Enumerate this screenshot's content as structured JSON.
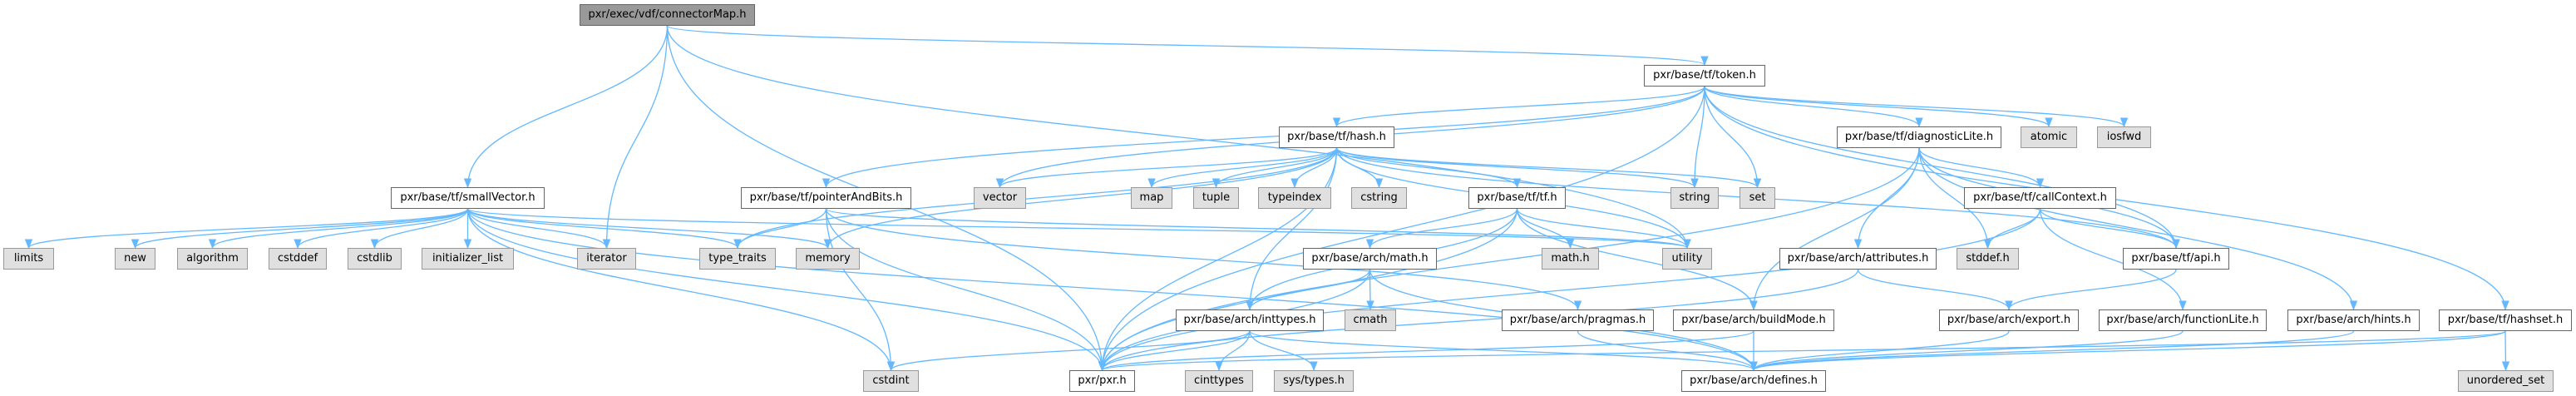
{
  "title": "pxr/exec/vdf/connectorMap.h",
  "colors": {
    "edge": "#63b8ff",
    "root_fill": "#999999",
    "internal_fill": "#ffffff",
    "external_fill": "#e0e0e0",
    "internal_border": "#666666",
    "external_border": "#999999"
  },
  "nodes": [
    {
      "id": "connectorMap",
      "label": "pxr/exec/vdf/connectorMap.h",
      "kind": "root"
    },
    {
      "id": "token",
      "label": "pxr/base/tf/token.h",
      "kind": "internal"
    },
    {
      "id": "hash",
      "label": "pxr/base/tf/hash.h",
      "kind": "internal"
    },
    {
      "id": "diagnosticLite",
      "label": "pxr/base/tf/diagnosticLite.h",
      "kind": "internal"
    },
    {
      "id": "atomic",
      "label": "atomic",
      "kind": "external"
    },
    {
      "id": "iosfwd",
      "label": "iosfwd",
      "kind": "external"
    },
    {
      "id": "smallVector",
      "label": "pxr/base/tf/smallVector.h",
      "kind": "internal"
    },
    {
      "id": "pointerAndBits",
      "label": "pxr/base/tf/pointerAndBits.h",
      "kind": "internal"
    },
    {
      "id": "vector",
      "label": "vector",
      "kind": "external"
    },
    {
      "id": "map",
      "label": "map",
      "kind": "external"
    },
    {
      "id": "tuple",
      "label": "tuple",
      "kind": "external"
    },
    {
      "id": "typeindex",
      "label": "typeindex",
      "kind": "external"
    },
    {
      "id": "cstring",
      "label": "cstring",
      "kind": "external"
    },
    {
      "id": "tf",
      "label": "pxr/base/tf/tf.h",
      "kind": "internal"
    },
    {
      "id": "string",
      "label": "string",
      "kind": "external"
    },
    {
      "id": "set",
      "label": "set",
      "kind": "external"
    },
    {
      "id": "callContext",
      "label": "pxr/base/tf/callContext.h",
      "kind": "internal"
    },
    {
      "id": "limits",
      "label": "limits",
      "kind": "external"
    },
    {
      "id": "new",
      "label": "new",
      "kind": "external"
    },
    {
      "id": "algorithm",
      "label": "algorithm",
      "kind": "external"
    },
    {
      "id": "cstddef",
      "label": "cstddef",
      "kind": "external"
    },
    {
      "id": "cstdlib",
      "label": "cstdlib",
      "kind": "external"
    },
    {
      "id": "initializer_list",
      "label": "initializer_list",
      "kind": "external"
    },
    {
      "id": "iterator",
      "label": "iterator",
      "kind": "external"
    },
    {
      "id": "type_traits",
      "label": "type_traits",
      "kind": "external"
    },
    {
      "id": "memory",
      "label": "memory",
      "kind": "external"
    },
    {
      "id": "archMath",
      "label": "pxr/base/arch/math.h",
      "kind": "internal"
    },
    {
      "id": "mathh",
      "label": "math.h",
      "kind": "external"
    },
    {
      "id": "utility",
      "label": "utility",
      "kind": "external"
    },
    {
      "id": "attributes",
      "label": "pxr/base/arch/attributes.h",
      "kind": "internal"
    },
    {
      "id": "stddef",
      "label": "stddef.h",
      "kind": "external"
    },
    {
      "id": "api",
      "label": "pxr/base/tf/api.h",
      "kind": "internal"
    },
    {
      "id": "inttypes",
      "label": "pxr/base/arch/inttypes.h",
      "kind": "internal"
    },
    {
      "id": "cmath",
      "label": "cmath",
      "kind": "external"
    },
    {
      "id": "pragmas",
      "label": "pxr/base/arch/pragmas.h",
      "kind": "internal"
    },
    {
      "id": "buildMode",
      "label": "pxr/base/arch/buildMode.h",
      "kind": "internal"
    },
    {
      "id": "export",
      "label": "pxr/base/arch/export.h",
      "kind": "internal"
    },
    {
      "id": "functionLite",
      "label": "pxr/base/arch/functionLite.h",
      "kind": "internal"
    },
    {
      "id": "hints",
      "label": "pxr/base/arch/hints.h",
      "kind": "internal"
    },
    {
      "id": "hashset",
      "label": "pxr/base/tf/hashset.h",
      "kind": "internal"
    },
    {
      "id": "cstdint",
      "label": "cstdint",
      "kind": "external"
    },
    {
      "id": "pxr",
      "label": "pxr/pxr.h",
      "kind": "internal"
    },
    {
      "id": "cinttypes",
      "label": "cinttypes",
      "kind": "external"
    },
    {
      "id": "systypes",
      "label": "sys/types.h",
      "kind": "external"
    },
    {
      "id": "defines",
      "label": "pxr/base/arch/defines.h",
      "kind": "internal"
    },
    {
      "id": "unordered_set",
      "label": "unordered_set",
      "kind": "external"
    }
  ],
  "edges": [
    [
      "connectorMap",
      "token"
    ],
    [
      "connectorMap",
      "smallVector"
    ],
    [
      "connectorMap",
      "iterator"
    ],
    [
      "connectorMap",
      "pxr"
    ],
    [
      "connectorMap",
      "utility"
    ],
    [
      "token",
      "hash"
    ],
    [
      "token",
      "pointerAndBits"
    ],
    [
      "token",
      "diagnosticLite"
    ],
    [
      "token",
      "atomic"
    ],
    [
      "token",
      "iosfwd"
    ],
    [
      "token",
      "string"
    ],
    [
      "token",
      "set"
    ],
    [
      "token",
      "vector"
    ],
    [
      "token",
      "pxr"
    ],
    [
      "token",
      "api"
    ],
    [
      "token",
      "hashset"
    ],
    [
      "hash",
      "vector"
    ],
    [
      "hash",
      "map"
    ],
    [
      "hash",
      "tuple"
    ],
    [
      "hash",
      "typeindex"
    ],
    [
      "hash",
      "cstring"
    ],
    [
      "hash",
      "tf"
    ],
    [
      "hash",
      "string"
    ],
    [
      "hash",
      "set"
    ],
    [
      "hash",
      "type_traits"
    ],
    [
      "hash",
      "memory"
    ],
    [
      "hash",
      "utility"
    ],
    [
      "hash",
      "pxr"
    ],
    [
      "hash",
      "api"
    ],
    [
      "hash",
      "inttypes"
    ],
    [
      "diagnosticLite",
      "callContext"
    ],
    [
      "diagnosticLite",
      "api"
    ],
    [
      "diagnosticLite",
      "stddef"
    ],
    [
      "diagnosticLite",
      "attributes"
    ],
    [
      "diagnosticLite",
      "buildMode"
    ],
    [
      "diagnosticLite",
      "hints"
    ],
    [
      "diagnosticLite",
      "pxr"
    ],
    [
      "smallVector",
      "limits"
    ],
    [
      "smallVector",
      "new"
    ],
    [
      "smallVector",
      "algorithm"
    ],
    [
      "smallVector",
      "cstddef"
    ],
    [
      "smallVector",
      "cstdlib"
    ],
    [
      "smallVector",
      "initializer_list"
    ],
    [
      "smallVector",
      "iterator"
    ],
    [
      "smallVector",
      "type_traits"
    ],
    [
      "smallVector",
      "memory"
    ],
    [
      "smallVector",
      "cstdint"
    ],
    [
      "smallVector",
      "pxr"
    ],
    [
      "smallVector",
      "defines"
    ],
    [
      "smallVector",
      "utility"
    ],
    [
      "pointerAndBits",
      "type_traits"
    ],
    [
      "pointerAndBits",
      "cstdint"
    ],
    [
      "pointerAndBits",
      "pxr"
    ],
    [
      "pointerAndBits",
      "pragmas"
    ],
    [
      "pointerAndBits",
      "utility"
    ],
    [
      "tf",
      "pxr"
    ],
    [
      "tf",
      "archMath"
    ],
    [
      "tf",
      "inttypes"
    ],
    [
      "tf",
      "mathh"
    ],
    [
      "tf",
      "utility"
    ],
    [
      "tf",
      "buildMode"
    ],
    [
      "archMath",
      "pxr"
    ],
    [
      "archMath",
      "inttypes"
    ],
    [
      "archMath",
      "cmath"
    ],
    [
      "archMath",
      "defines"
    ],
    [
      "inttypes",
      "pxr"
    ],
    [
      "inttypes",
      "cstdint"
    ],
    [
      "inttypes",
      "cinttypes"
    ],
    [
      "inttypes",
      "systypes"
    ],
    [
      "inttypes",
      "defines"
    ],
    [
      "pragmas",
      "defines"
    ],
    [
      "buildMode",
      "defines"
    ],
    [
      "buildMode",
      "pxr"
    ],
    [
      "callContext",
      "stddef"
    ],
    [
      "callContext",
      "api"
    ],
    [
      "callContext",
      "functionLite"
    ],
    [
      "callContext",
      "pxr"
    ],
    [
      "attributes",
      "export"
    ],
    [
      "attributes",
      "pxr"
    ],
    [
      "api",
      "export"
    ],
    [
      "export",
      "defines"
    ],
    [
      "functionLite",
      "defines"
    ],
    [
      "hints",
      "defines"
    ],
    [
      "hashset",
      "unordered_set"
    ],
    [
      "hashset",
      "pxr"
    ],
    [
      "hashset",
      "defines"
    ]
  ]
}
